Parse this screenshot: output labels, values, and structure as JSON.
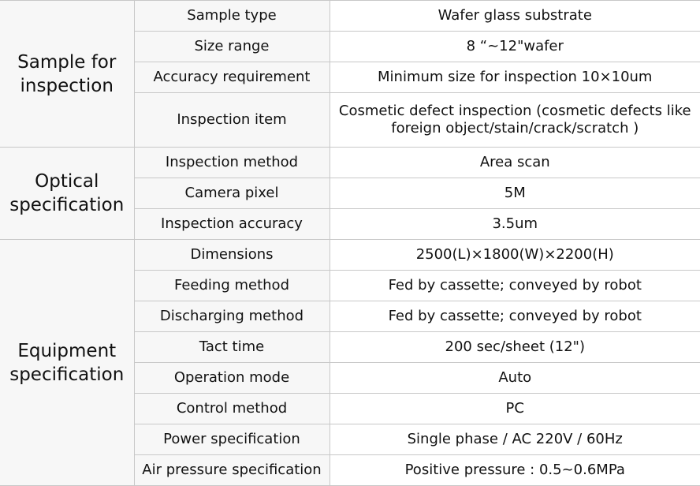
{
  "groups": [
    {
      "title": "Sample for inspection",
      "rows": [
        {
          "label": "Sample type",
          "value": "Wafer glass substrate"
        },
        {
          "label": "Size range",
          "value": "8 “~12\"wafer"
        },
        {
          "label": "Accuracy requirement",
          "value": "Minimum size for inspection 10×10um"
        },
        {
          "label": "Inspection item",
          "value": "Cosmetic defect inspection (cosmetic defects like foreign object/stain/crack/scratch )"
        }
      ]
    },
    {
      "title": "Optical specification",
      "rows": [
        {
          "label": "Inspection method",
          "value": "Area scan"
        },
        {
          "label": "Camera pixel",
          "value": "5M"
        },
        {
          "label": "Inspection accuracy",
          "value": "3.5um"
        }
      ]
    },
    {
      "title": "Equipment specification",
      "rows": [
        {
          "label": "Dimensions",
          "value": "2500(L)×1800(W)×2200(H)"
        },
        {
          "label": "Feeding method",
          "value": "Fed by cassette; conveyed by robot"
        },
        {
          "label": "Discharging method",
          "value": "Fed by cassette; conveyed by robot"
        },
        {
          "label": "Tact time",
          "value": "200 sec/sheet (12\")"
        },
        {
          "label": "Operation mode",
          "value": "Auto"
        },
        {
          "label": "Control method",
          "value": "PC"
        },
        {
          "label": "Power specification",
          "value": "Single phase / AC 220V / 60Hz"
        },
        {
          "label": "Air pressure specification",
          "value": "Positive pressure : 0.5~0.6MPa"
        }
      ]
    }
  ]
}
